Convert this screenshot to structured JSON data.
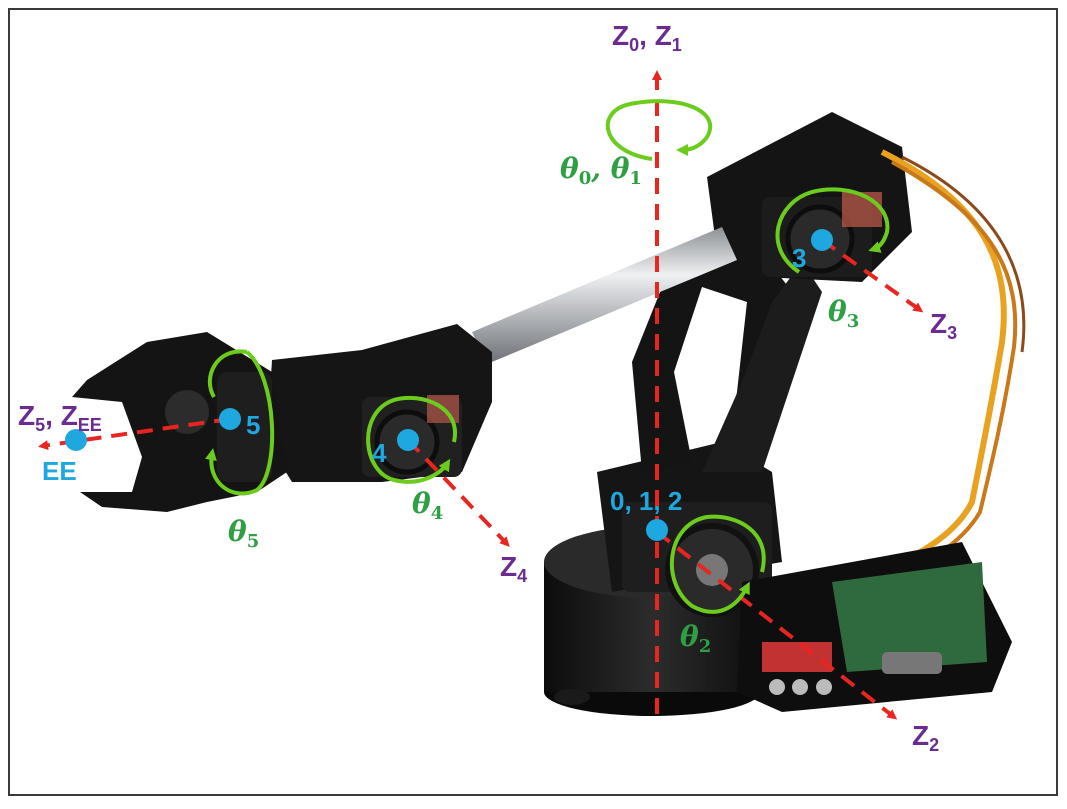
{
  "axes": {
    "z0z1": {
      "a": "Z",
      "as": "0",
      "sep": ", ",
      "b": "Z",
      "bs": "1"
    },
    "z2": {
      "a": "Z",
      "as": "2"
    },
    "z3": {
      "a": "Z",
      "as": "3"
    },
    "z4": {
      "a": "Z",
      "as": "4"
    },
    "z5zee": {
      "a": "Z",
      "as": "5",
      "sep": ", ",
      "b": "Z",
      "bs": "EE"
    }
  },
  "thetas": {
    "t01": {
      "a": "θ",
      "as": "0",
      "sep": ", ",
      "b": "θ",
      "bs": "1"
    },
    "t2": {
      "a": "θ",
      "as": "2"
    },
    "t3": {
      "a": "θ",
      "as": "3"
    },
    "t4": {
      "a": "θ",
      "as": "4"
    },
    "t5": {
      "a": "θ",
      "as": "5"
    }
  },
  "joints": {
    "j012": "0, 1, 2",
    "j3": "3",
    "j4": "4",
    "j5": "5",
    "ee": "EE"
  },
  "colors": {
    "axis_arrow": "#e8251f",
    "rotation": "#6ccc1e",
    "joint_dot": "#1fa7e0",
    "axis_label": "#6b2c91",
    "theta_label": "#2ea043",
    "robot_body": "#1b1b1b",
    "tube": "#b9bcc0",
    "wires": "#e8a21f"
  }
}
